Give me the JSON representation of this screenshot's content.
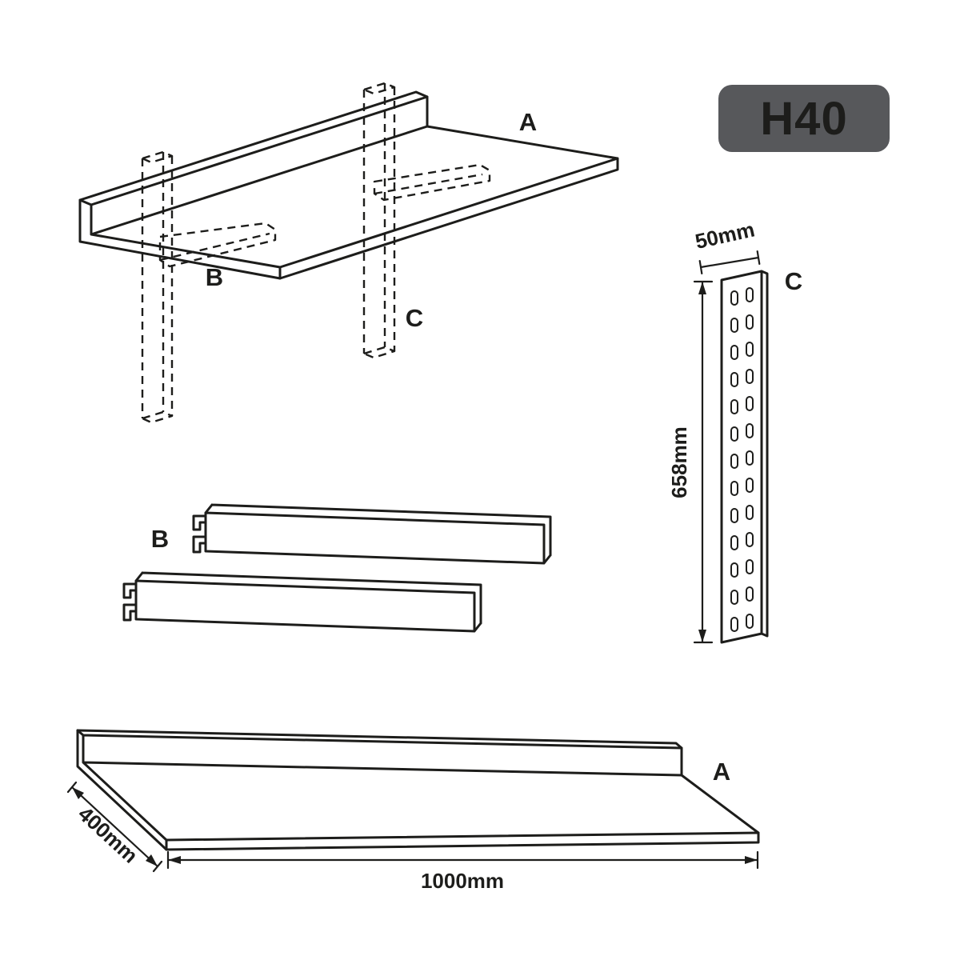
{
  "badge": {
    "label": "H40",
    "background": "#57585B",
    "text_color": "#FFFFFF"
  },
  "assembly_view": {
    "label_a": "A",
    "label_b": "B",
    "label_c": "C"
  },
  "rail_detail": {
    "label": "C",
    "width_dimension": "50mm",
    "height_dimension": "658mm"
  },
  "brackets_detail": {
    "label": "B"
  },
  "shelf_detail": {
    "label": "A",
    "depth_dimension": "400mm",
    "width_dimension": "1000mm"
  },
  "drawing": {
    "line_color": "#1D1D1B",
    "background_color": "#FFFFFF"
  }
}
